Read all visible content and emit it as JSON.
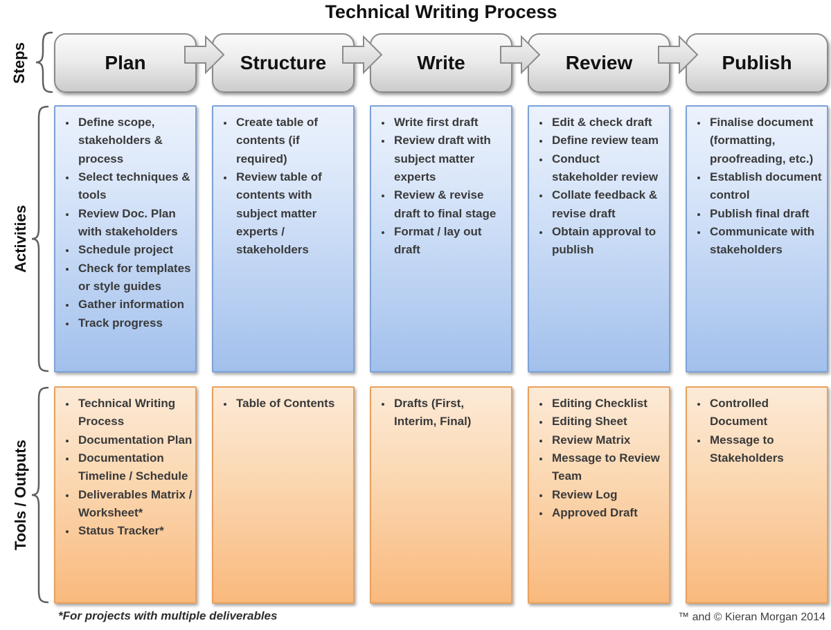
{
  "title": "Technical Writing Process",
  "row_labels": {
    "steps": "Steps",
    "activities": "Activities",
    "tools": "Tools / Outputs"
  },
  "columns": [
    {
      "step": "Plan",
      "activities": [
        "Define scope, stakeholders & process",
        "Select techniques & tools",
        "Review Doc. Plan with stakeholders",
        "Schedule project",
        "Check for templates or style guides",
        "Gather information",
        "Track progress"
      ],
      "tools": [
        "Technical Writing Process",
        "Documentation Plan",
        "Documentation Timeline / Schedule",
        "Deliverables Matrix / Worksheet*",
        "Status Tracker*"
      ]
    },
    {
      "step": "Structure",
      "activities": [
        "Create table of contents (if required)",
        "Review table of contents with subject matter experts / stakeholders"
      ],
      "tools": [
        "Table of Contents"
      ]
    },
    {
      "step": "Write",
      "activities": [
        "Write first draft",
        "Review draft with subject matter experts",
        "Review & revise draft to final stage",
        "Format / lay out draft"
      ],
      "tools": [
        "Drafts (First, Interim, Final)"
      ]
    },
    {
      "step": "Review",
      "activities": [
        "Edit & check draft",
        "Define review team",
        "Conduct stakeholder review",
        "Collate feedback & revise draft",
        "Obtain approval to publish"
      ],
      "tools": [
        "Editing Checklist",
        "Editing Sheet",
        "Review Matrix",
        "Message to Review Team",
        "Review Log",
        "Approved Draft"
      ]
    },
    {
      "step": "Publish",
      "activities": [
        "Finalise document (formatting, proofreading, etc.)",
        "Establish document control",
        "Publish final draft",
        "Communicate with stakeholders"
      ],
      "tools": [
        "Controlled Document",
        "Message to Stakeholders"
      ]
    }
  ],
  "footnote": "*For projects with multiple deliverables",
  "copyright": "™ and © Kieran Morgan 2014",
  "colors": {
    "step_border": "#8a8a8a",
    "activity_border": "#7da2d9",
    "activity_fill_bottom": "#a2c0ec",
    "tools_border": "#e9a05c",
    "tools_fill_bottom": "#f9b97d"
  }
}
